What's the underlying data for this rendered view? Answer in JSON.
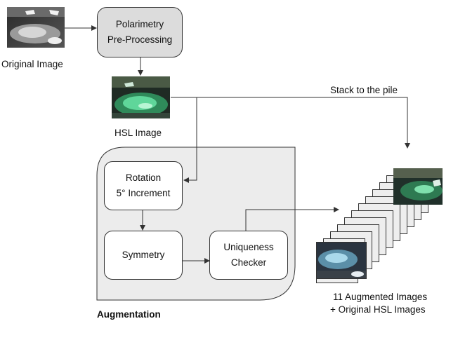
{
  "nodes": {
    "original_image_label": "Original Image",
    "polarimetry_line1": "Polarimetry",
    "polarimetry_line2": "Pre-Processing",
    "hsl_image_label": "HSL Image",
    "stack_label": "Stack to the pile",
    "rotation_line1": "Rotation",
    "rotation_line2": "5° Increment",
    "symmetry": "Symmetry",
    "uniqueness_line1": "Uniqueness",
    "uniqueness_line2": "Checker",
    "augmentation_title": "Augmentation",
    "output_line1": "11 Augmented Images",
    "output_line2": "+ Original HSL Images"
  },
  "colors": {
    "pre_processing_fill": "#dcdcdc",
    "augmentation_fill": "#ececec",
    "box_fill": "#ffffff",
    "stroke": "#333333",
    "stack_card": "#eeeeee"
  },
  "pile": {
    "augmented_count": 11
  }
}
